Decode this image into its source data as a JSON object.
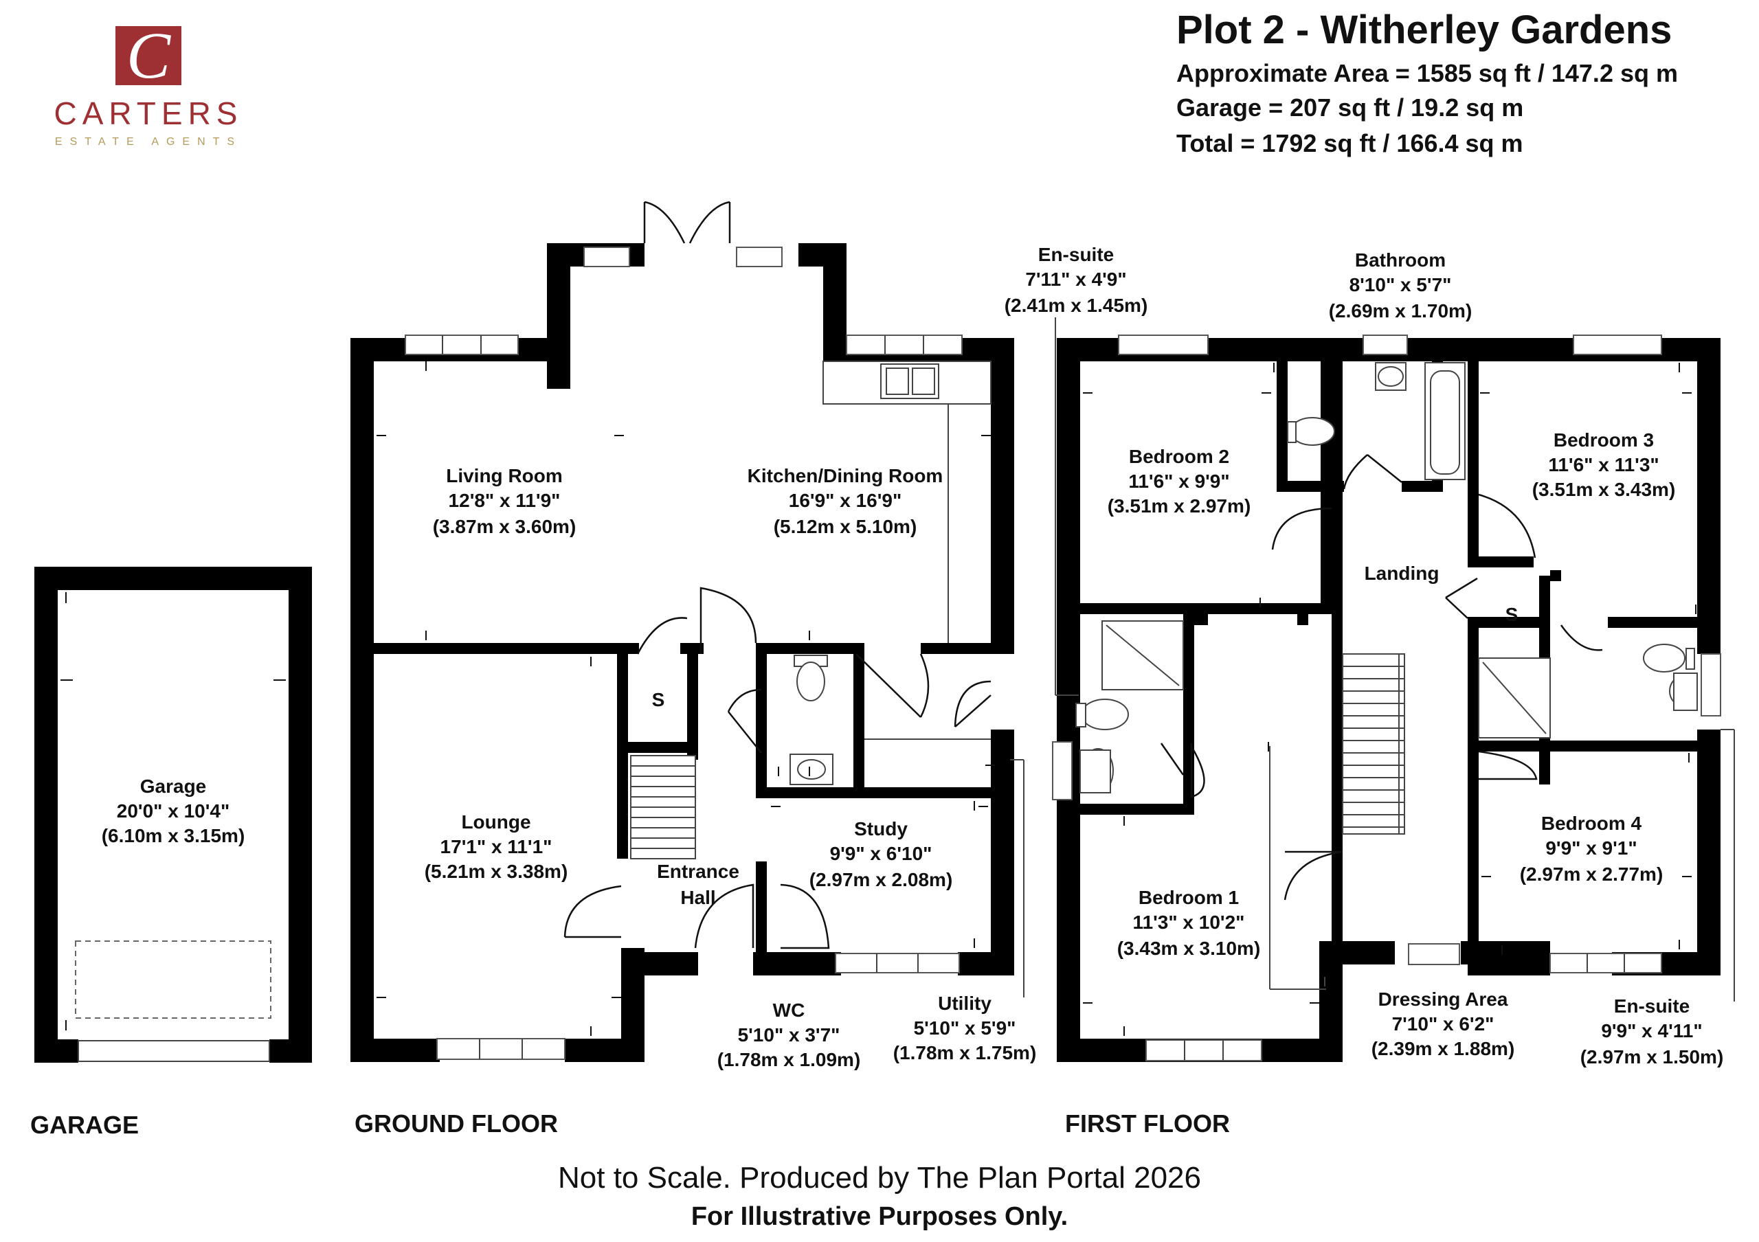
{
  "brand": {
    "monogram": "C",
    "name": "CARTERS",
    "tagline": "ESTATE AGENTS",
    "color": "#9e2f33",
    "tagline_color": "#b39b5a"
  },
  "title": "Plot 2 - Witherley Gardens",
  "areas": [
    "Approximate Area = 1585 sq ft / 147.2 sq m",
    "Garage = 207 sq ft / 19.2 sq m",
    "Total = 1792 sq ft / 166.4 sq m"
  ],
  "floors": {
    "garage": "GARAGE",
    "ground": "GROUND FLOOR",
    "first": "FIRST FLOOR"
  },
  "rooms": {
    "garage": {
      "name": "Garage",
      "imperial": "20'0\" x 10'4\"",
      "metric": "(6.10m x 3.15m)"
    },
    "living": {
      "name": "Living Room",
      "imperial": "12'8\" x 11'9\"",
      "metric": "(3.87m x 3.60m)"
    },
    "kitchen": {
      "name": "Kitchen/Dining Room",
      "imperial": "16'9\" x 16'9\"",
      "metric": "(5.12m x 5.10m)"
    },
    "lounge": {
      "name": "Lounge",
      "imperial": "17'1\" x 11'1\"",
      "metric": "(5.21m x 3.38m)"
    },
    "store_ground": {
      "name": "S"
    },
    "hall": {
      "line1": "Entrance",
      "line2": "Hall"
    },
    "study": {
      "name": "Study",
      "imperial": "9'9\" x 6'10\"",
      "metric": "(2.97m x 2.08m)"
    },
    "wc": {
      "name": "WC",
      "imperial": "5'10\" x 3'7\"",
      "metric": "(1.78m x 1.09m)"
    },
    "utility": {
      "name": "Utility",
      "imperial": "5'10\" x 5'9\"",
      "metric": "(1.78m x 1.75m)"
    },
    "ensuite1": {
      "name": "En-suite",
      "imperial": "7'11\" x 4'9\"",
      "metric": "(2.41m x 1.45m)"
    },
    "bathroom": {
      "name": "Bathroom",
      "imperial": "8'10\" x 5'7\"",
      "metric": "(2.69m x 1.70m)"
    },
    "bedroom2": {
      "name": "Bedroom 2",
      "imperial": "11'6\" x 9'9\"",
      "metric": "(3.51m x 2.97m)"
    },
    "bedroom3": {
      "name": "Bedroom 3",
      "imperial": "11'6\" x 11'3\"",
      "metric": "(3.51m x 3.43m)"
    },
    "landing": {
      "name": "Landing"
    },
    "store_first": {
      "name": "S"
    },
    "bedroom1": {
      "name": "Bedroom 1",
      "imperial": "11'3\" x 10'2\"",
      "metric": "(3.43m x 3.10m)"
    },
    "bedroom4": {
      "name": "Bedroom 4",
      "imperial": "9'9\" x 9'1\"",
      "metric": "(2.97m x 2.77m)"
    },
    "dressing": {
      "name": "Dressing Area",
      "imperial": "7'10\" x 6'2\"",
      "metric": "(2.39m x 1.88m)"
    },
    "ensuite2": {
      "name": "En-suite",
      "imperial": "9'9\" x 4'11\"",
      "metric": "(2.97m x 1.50m)"
    }
  },
  "footer": {
    "note": "Not to Scale. Produced by The Plan Portal 2026",
    "disclaimer": "For Illustrative Purposes Only."
  }
}
